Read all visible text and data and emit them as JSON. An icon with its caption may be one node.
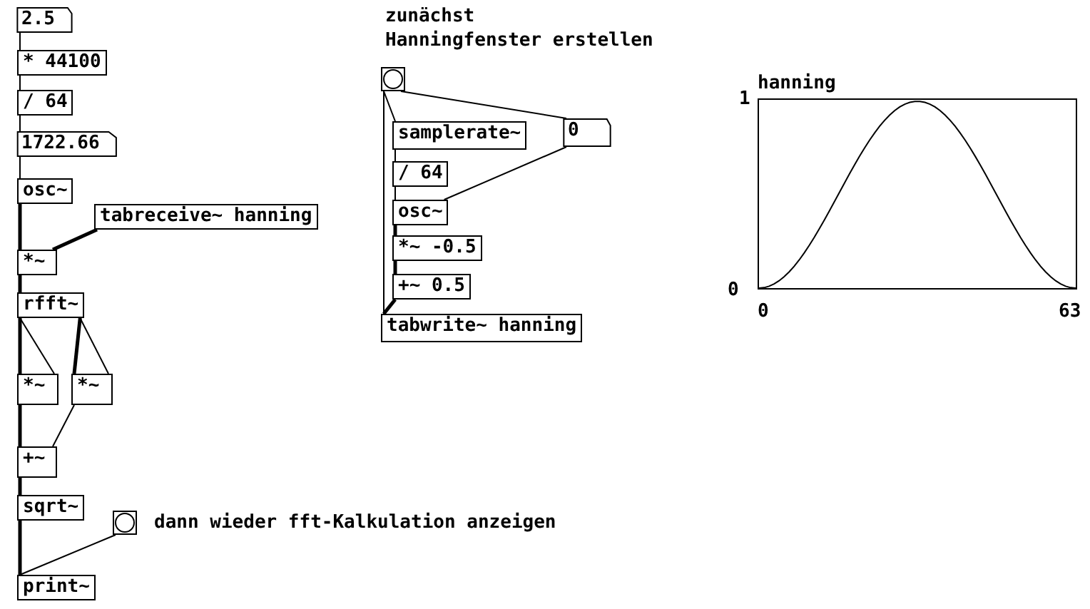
{
  "diagram": {
    "nodes": [
      {
        "text": [
          "2.5"
        ]
      },
      {
        "text": [
          "* 44100"
        ]
      },
      {
        "text": [
          "/ 64"
        ]
      },
      {
        "text": [
          "1722.66"
        ]
      },
      {
        "text": [
          "osc~"
        ]
      },
      {
        "text": [
          "tabreceive~ hanning"
        ]
      },
      {
        "text": [
          "*~"
        ]
      },
      {
        "text": [
          "rfft~"
        ]
      },
      {
        "text": [
          "*~"
        ]
      },
      {
        "text": [
          "*~"
        ]
      },
      {
        "text": [
          "+~"
        ]
      },
      {
        "text": [
          "sqrt~"
        ]
      },
      {
        "text": [],
        "shape": "box",
        "beside": [
          "dann wieder fft-Kalkulation anzeigen"
        ]
      },
      {
        "text": [
          "print~"
        ]
      },
      {
        "text": [],
        "shape": "box",
        "beside": [
          "zunächst",
          "Hanningfenster erstellen"
        ]
      },
      {
        "text": [
          "samplerate~"
        ]
      },
      {
        "text": [
          "0"
        ]
      },
      {
        "text": [
          "/ 64"
        ]
      },
      {
        "text": [
          "osc~"
        ]
      },
      {
        "text": [
          "*~ -0.5"
        ]
      },
      {
        "text": [
          "+~ 0.5"
        ]
      },
      {
        "text": [
          "tabwrite~ hanning"
        ]
      },
      {
        "text": [
          "hanning"
        ]
      }
    ],
    "edges": [
      {
        "from": 0,
        "to": 1,
        "arrow": "none"
      },
      {
        "from": 1,
        "to": 2,
        "arrow": "none"
      },
      {
        "from": 2,
        "to": 3,
        "arrow": "none"
      },
      {
        "from": 3,
        "to": 4,
        "arrow": "none"
      },
      {
        "from": 4,
        "to": 6,
        "arrow": "none",
        "style": "thick"
      },
      {
        "from": 5,
        "to": 6,
        "arrow": "none",
        "style": "thick"
      },
      {
        "from": 6,
        "to": 7,
        "arrow": "none",
        "style": "thick"
      },
      {
        "from": 7,
        "to": 8,
        "arrow": "none",
        "style": "thick"
      },
      {
        "from": 7,
        "to": 8,
        "arrow": "none"
      },
      {
        "from": 7,
        "to": 9,
        "arrow": "none",
        "style": "thick"
      },
      {
        "from": 7,
        "to": 9,
        "arrow": "none"
      },
      {
        "from": 8,
        "to": 10,
        "arrow": "none",
        "style": "thick"
      },
      {
        "from": 9,
        "to": 10,
        "arrow": "none"
      },
      {
        "from": 10,
        "to": 11,
        "arrow": "none",
        "style": "thick"
      },
      {
        "from": 11,
        "to": 13,
        "arrow": "none",
        "style": "thick"
      },
      {
        "from": 12,
        "to": 13,
        "arrow": "none"
      },
      {
        "from": 14,
        "to": 15,
        "arrow": "none"
      },
      {
        "from": 14,
        "to": 16,
        "arrow": "none"
      },
      {
        "from": 14,
        "to": 21,
        "arrow": "none"
      },
      {
        "from": 15,
        "to": 17,
        "arrow": "none"
      },
      {
        "from": 16,
        "to": 18,
        "arrow": "none"
      },
      {
        "from": 17,
        "to": 18,
        "arrow": "none"
      },
      {
        "from": 18,
        "to": 19,
        "arrow": "none",
        "style": "thick"
      },
      {
        "from": 19,
        "to": 20,
        "arrow": "none",
        "style": "thick"
      },
      {
        "from": 20,
        "to": 21,
        "arrow": "none",
        "style": "thick"
      }
    ],
    "labels": [
      "1",
      "0",
      "0",
      "63"
    ]
  }
}
